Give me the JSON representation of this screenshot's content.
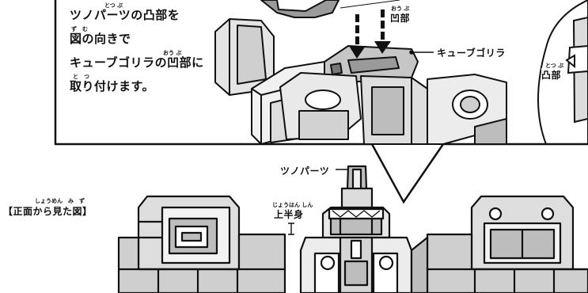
{
  "instructions": {
    "line1": "ツノパーツの凸部を",
    "line1_ruby": "とつ ぶ",
    "line2": "図の向きで",
    "line2_ruby": "ず　む",
    "line3": "キューブゴリラの凹部に",
    "line3_ruby": "おう ぶ",
    "line4": "取り付けます。",
    "line4_ruby": "と　つ"
  },
  "callouts": {
    "recess": "凹部",
    "recess_ruby": "おう ぶ",
    "cube_gorilla": "キューブゴリラ",
    "protrusion": "凸部",
    "protrusion_ruby": "とつ ぶ"
  },
  "front_view": {
    "title": "【正面から見た図】",
    "title_ruby": "しょうめん　み　ず",
    "horn_part": "ツノパーツ",
    "upper_body": "上半身",
    "upper_body_ruby": "じょうはん しん"
  },
  "colors": {
    "line": "#111111",
    "mid_gray": "#bdbdbd",
    "light_gray": "#e4e4e4",
    "dark_gray": "#8a8a8a",
    "panel_bg": "#ffffff"
  }
}
